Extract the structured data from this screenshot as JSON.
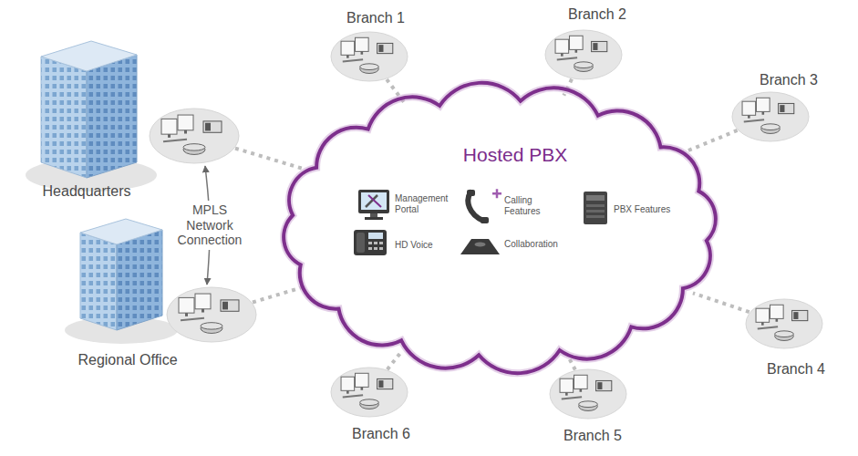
{
  "diagram": {
    "nodes": [
      {
        "text": [
          "Headquarters"
        ]
      },
      {
        "text": [
          "Regional Office"
        ]
      },
      {
        "text": [
          "Hosted PBX"
        ]
      },
      {
        "text": [
          "Branch 1"
        ]
      },
      {
        "text": [
          "Branch 2"
        ]
      },
      {
        "text": [
          "Branch 3"
        ]
      },
      {
        "text": [
          "Branch 4"
        ]
      },
      {
        "text": [
          "Branch 5"
        ]
      },
      {
        "text": [
          "Branch 6"
        ]
      }
    ],
    "edges": [
      {
        "from": 0,
        "to": 2,
        "arrow": "none"
      },
      {
        "from": 1,
        "to": 2,
        "arrow": "none"
      },
      {
        "from": 3,
        "to": 2,
        "arrow": "none"
      },
      {
        "from": 4,
        "to": 2,
        "arrow": "none"
      },
      {
        "from": 5,
        "to": 2,
        "arrow": "none"
      },
      {
        "from": 6,
        "to": 2,
        "arrow": "none"
      },
      {
        "from": 7,
        "to": 2,
        "arrow": "none"
      },
      {
        "from": 8,
        "to": 2,
        "arrow": "none"
      },
      {
        "from": 0,
        "to": 1,
        "arrow": "both",
        "label": "MPLS Network Connection"
      }
    ],
    "labels": [
      "Management Portal",
      "Calling Features",
      "PBX Features",
      "HD Voice",
      "Collaboration"
    ]
  }
}
